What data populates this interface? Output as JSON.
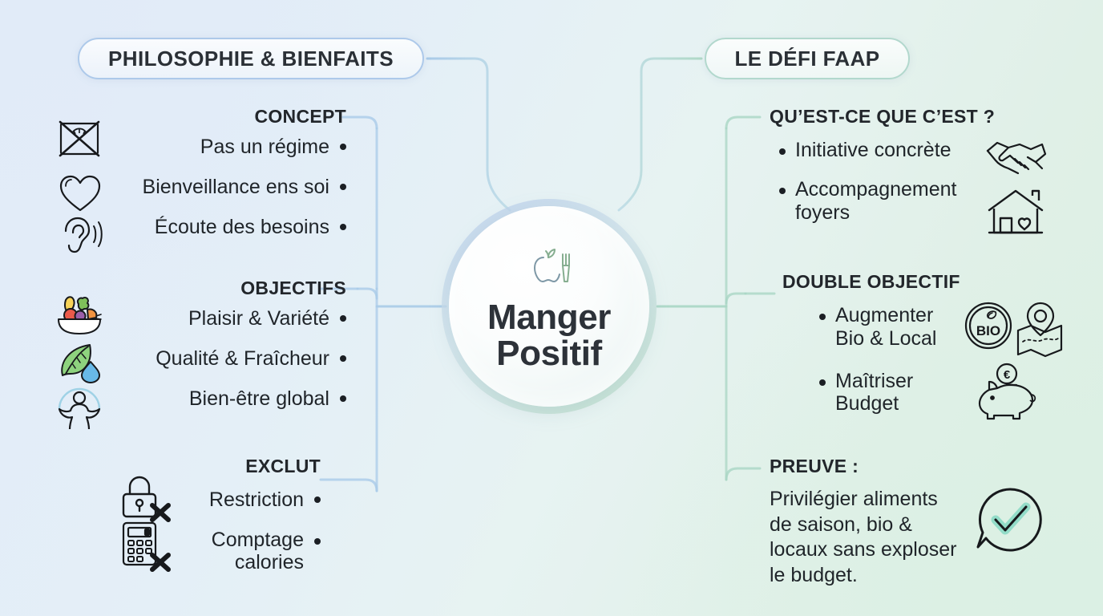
{
  "center": {
    "title_line1": "Manger",
    "title_line2": "Positif",
    "icon": "apple-fork-icon"
  },
  "headers": {
    "left": "PHILOSOPHIE & BIENFAITS",
    "right": "LE DÉFI FAAP"
  },
  "colors": {
    "background_start": "#e2ebf8",
    "background_end": "#dcefe3",
    "wire_left": "#a9cbe8",
    "wire_right": "#a9d6c4",
    "pill_border_left": "#adc9ea",
    "pill_border_right": "#b2d8cd",
    "text": "#22262b",
    "bullet": "#1b1f24",
    "check_fill": "#93dcc8"
  },
  "left_branches": [
    {
      "title": "CONCEPT",
      "items": [
        {
          "label": "Pas un régime",
          "icon": "no-scale-icon"
        },
        {
          "label": "Bienveillance ens soi",
          "icon": "heart-icon"
        },
        {
          "label": "Écoute des besoins",
          "icon": "ear-listening-icon"
        }
      ]
    },
    {
      "title": "OBJECTIFS",
      "items": [
        {
          "label": "Plaisir & Variété",
          "icon": "fruit-bowl-icon"
        },
        {
          "label": "Qualité & Fraîcheur",
          "icon": "leaf-waterdrop-icon"
        },
        {
          "label": "Bien-être global",
          "icon": "wellness-person-icon"
        }
      ]
    },
    {
      "title": "EXCLUT",
      "items": [
        {
          "label": "Restriction",
          "icon": "lock-cross-icon"
        },
        {
          "label": "Comptage\ncalories",
          "icon": "calculator-cross-icon"
        }
      ]
    }
  ],
  "right_branches": [
    {
      "title": "QU’EST-CE QUE C’EST ?",
      "items": [
        {
          "label": "Initiative concrète",
          "icon": "handshake-icon"
        },
        {
          "label": "Accompagnement\nfoyers",
          "icon": "house-heart-icon"
        }
      ]
    },
    {
      "title": "DOUBLE OBJECTIF",
      "items": [
        {
          "label": "Augmenter\nBio & Local",
          "icon": "bio-badge-map-pin-icon"
        },
        {
          "label": "Maîtriser\nBudget",
          "icon": "piggy-bank-euro-icon"
        }
      ]
    },
    {
      "title": "PREUVE :",
      "paragraph": "Privilégier aliments\nde saison, bio &\nlocaux sans exploser\nle budget.",
      "icon": "speech-check-icon"
    }
  ]
}
